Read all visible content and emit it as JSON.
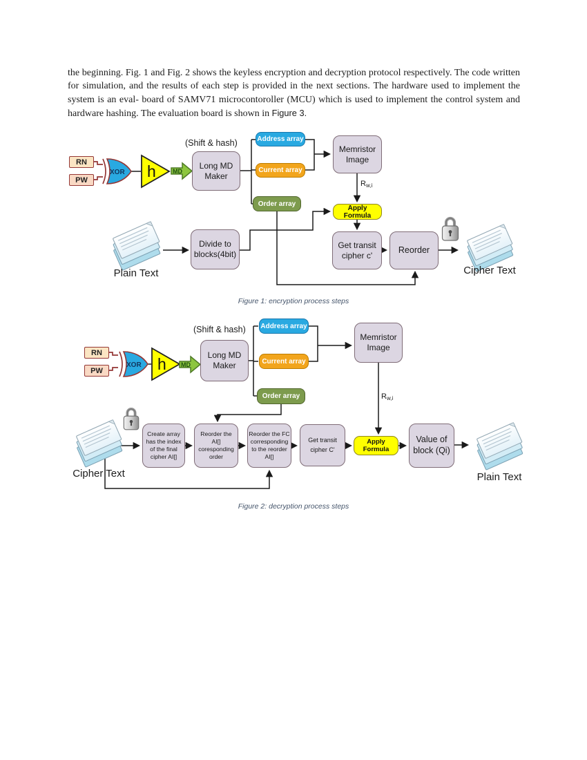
{
  "colors": {
    "array_blue": "#29A9E1",
    "array_orange": "#F2A51C",
    "array_green": "#7D9B4D",
    "node_lavender": "#DCD6E2",
    "node_border": "#7E6B76",
    "formula_yellow": "#FFFF00",
    "formula_border": "#8F861F",
    "input_wheat": "#FBE5C3",
    "input_peach": "#F9D9C4",
    "input_border": "#943634",
    "md_green": "#8DC63F",
    "caption_blue": "#44546A"
  },
  "paragraph": {
    "body": "the beginning. Fig. 1 and Fig. 2 shows the keyless encryption and decryption protocol respectively. The code written for simulation, and the results of each step is provided in the next sections. The hardware used to implement the system is an eval- board of SAMV71 microcontoroller (MCU) which is used to implement the control system and hardware hashing. The evaluation board is shown in ",
    "figure_ref": "Figure 3."
  },
  "fig1": {
    "caption": "Figure 1: encryption process steps",
    "labels": {
      "rn": "RN",
      "pw": "PW",
      "xor": "XOR",
      "hash": "h",
      "md": "MD",
      "shift_hash": "(Shift & hash)",
      "long_md": "Long MD Maker",
      "address": "Address array",
      "current": "Current array",
      "order": "Order array",
      "memristor": "Memristor Image",
      "rw_r": "R",
      "rw_sub": "w,i",
      "apply": "Apply Formula",
      "divide": "Divide to blocks(4bit)",
      "plain": "Plain Text",
      "get_transit": "Get transit cipher c'",
      "reorder": "Reorder",
      "cipher": "Cipher Text"
    }
  },
  "fig2": {
    "caption": "Figure 2: decryption process steps",
    "labels": {
      "rn": "RN",
      "pw": "PW",
      "xor": "XOR",
      "hash": "h",
      "md": "MD",
      "shift_hash": "(Shift & hash)",
      "long_md": "Long MD Maker",
      "address": "Address array",
      "current": "Current array",
      "order": "Order array",
      "memristor": "Memristor Image",
      "rw_r": "R",
      "rw_sub": "w,i",
      "cipher": "Cipher Text",
      "create": "Create array has the index of the final cipher AI[]",
      "reorder_ai": "Reorder the AI[] coresponding order",
      "reorder_fc": "Reorder the FC corresponding to the reorder AI[]",
      "get_transit": "Get transit cipher C'",
      "apply": "Apply Formula",
      "value": "Value of block (Qi)",
      "plain": "Plain Text"
    }
  }
}
